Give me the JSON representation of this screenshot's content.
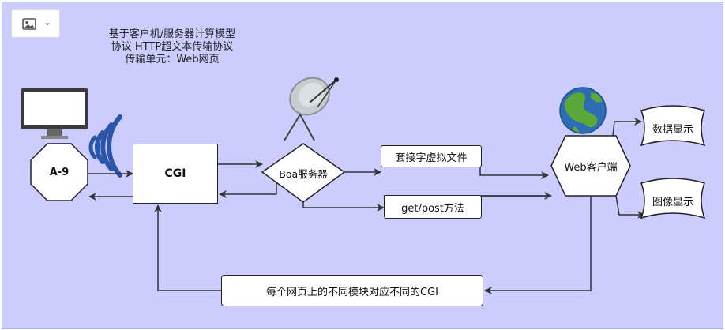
{
  "toolbar": {
    "image_icon": "image-icon",
    "dropdown_icon": "chevron-down-icon"
  },
  "captions": {
    "line1": "基于客户机/服务器计算模型",
    "line2": "协议 HTTP超文本传输协议",
    "line3": "传输单元：Web网页"
  },
  "nodes": {
    "a9": "A-9",
    "cgi": "CGI",
    "boa": "Boa服务器",
    "socket_file": "套接字虚拟文件",
    "get_post": "get/post方法",
    "web_client": "Web客户端",
    "data_display": "数据显示",
    "image_display": "图像显示",
    "cgi_note": "每个网页上的不同模块对应不同的CGI"
  },
  "icons": {
    "monitor": "monitor-icon",
    "signal": "wireless-signal-icon",
    "satellite": "satellite-dish-icon",
    "globe": "globe-icon"
  },
  "colors": {
    "background": "#ccccff",
    "signal_blue": "#2a55a8",
    "globe_ocean": "#2d6db5",
    "globe_land": "#5aa83a"
  }
}
